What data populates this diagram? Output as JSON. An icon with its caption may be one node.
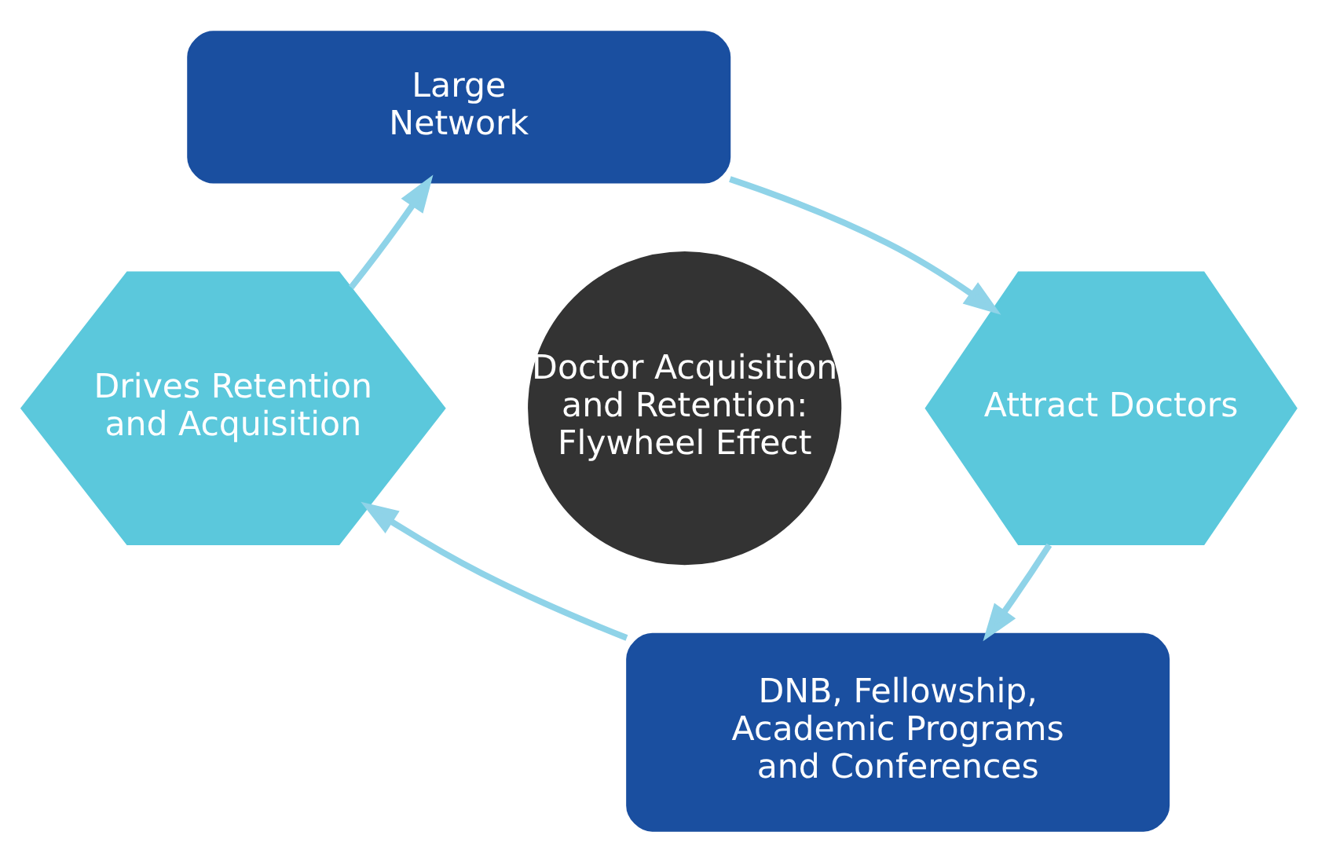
{
  "diagram": {
    "nodes": [
      {
        "text": [
          "Doctor Acquisition and Retention: Flywheel Effect"
        ]
      },
      {
        "text": [
          "Large Network"
        ]
      },
      {
        "text": [
          "Attract Doctors"
        ]
      },
      {
        "text": [
          "DNB, Fellowship, Academic Programs and Conferences"
        ]
      },
      {
        "text": [
          "Drives Retention and Acquisition"
        ]
      }
    ],
    "edges": [
      {
        "from": 4,
        "to": 1,
        "arrow": "to"
      },
      {
        "from": 1,
        "to": 2,
        "arrow": "to"
      },
      {
        "from": 2,
        "to": 3,
        "arrow": "to"
      },
      {
        "from": 3,
        "to": 4,
        "arrow": "to"
      }
    ]
  }
}
